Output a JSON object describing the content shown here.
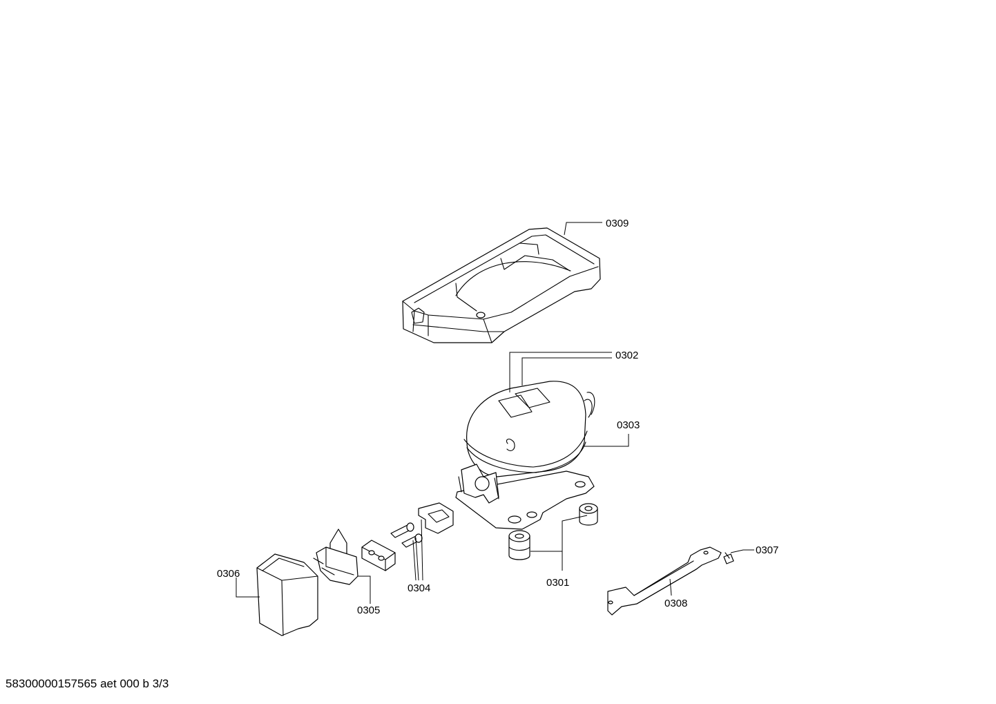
{
  "parts": [
    {
      "id": "0301"
    },
    {
      "id": "0302"
    },
    {
      "id": "0303"
    },
    {
      "id": "0304"
    },
    {
      "id": "0305"
    },
    {
      "id": "0306"
    },
    {
      "id": "0307"
    },
    {
      "id": "0308"
    },
    {
      "id": "0309"
    }
  ],
  "labels": {
    "p0301": "0301",
    "p0302": "0302",
    "p0303": "0303",
    "p0304": "0304",
    "p0305": "0305",
    "p0306": "0306",
    "p0307": "0307",
    "p0308": "0308",
    "p0309": "0309"
  },
  "footer": {
    "code": "58300000157565 aet 000 b 3/3"
  }
}
